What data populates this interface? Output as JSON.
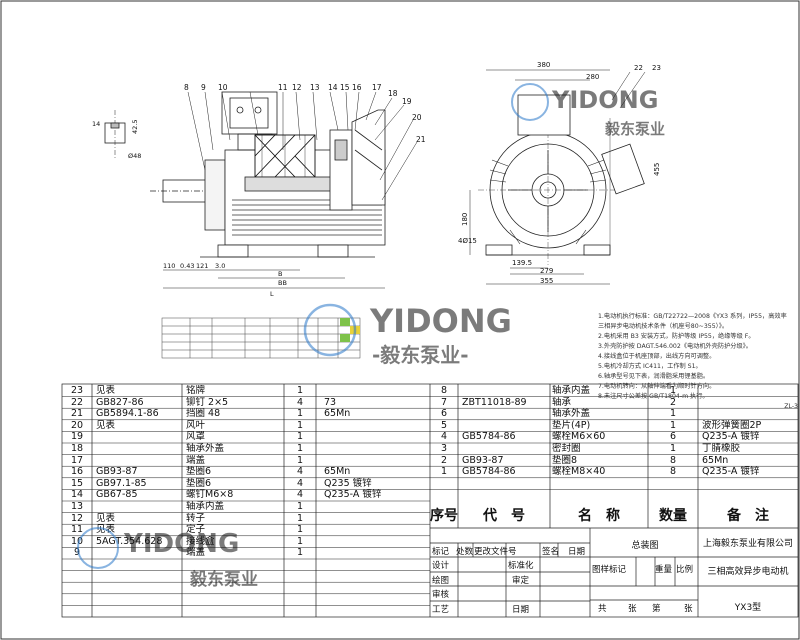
{
  "watermark": {
    "logo_main": "YIDONG",
    "logo_sub": "-毅东泵业-",
    "logo_sub_short": "毅东泵业"
  },
  "drawing": {
    "side_callouts": [
      "8",
      "9",
      "10",
      "11",
      "12",
      "13",
      "14",
      "15",
      "16",
      "17",
      "18",
      "19",
      "20",
      "21"
    ],
    "end_callouts": [
      "22",
      "23"
    ],
    "dim_top_380": "380",
    "dim_top_280": "280",
    "dim_455": "455",
    "dim_180": "180",
    "dim_1395": "139.5",
    "dim_279": "279",
    "dim_355": "355",
    "dim_4015": "4Ø15",
    "dim_14": "14",
    "dim_425": "42.5",
    "dim_48": "Ø48",
    "dim_bottom_chain": "110",
    "dim_bottom_chain2": "0.43",
    "dim_bottom_chain3": "121",
    "dim_bottom_chain4": "3.0",
    "dim_b": "B",
    "dim_bb": "BB",
    "dim_l": "L"
  },
  "notes": [
    "1.电动机执行标准：GB/T22722—2008《YX3 系列，IP55，高效率",
    "三相异步电动机技术条件（机座号80~355）》。",
    "2.电机采用 B3 安装方式，防护等级 IP55，绝缘等级 F。",
    "3.外壳防护按 DAGT.546.002《电动机外壳防护分级》。",
    "4.接线盒位于机座顶部，出线方向可调整。",
    "5.电机冷却方式 IC411，工作制 S1。",
    "6.轴承型号见下表，润滑脂采用锂基脂。",
    "7.电动机转向：从轴伸端看为顺时针方向。",
    "8.未注尺寸公差按 GB/T1804-m 执行。",
    "ZL-3"
  ],
  "parts_left": [
    {
      "no": "23",
      "code": "见表",
      "name": "铭牌",
      "qty": "1",
      "note": ""
    },
    {
      "no": "22",
      "code": "GB827-86",
      "name": "铆钉 2×5",
      "qty": "4",
      "note": "73"
    },
    {
      "no": "21",
      "code": "GB5894.1-86",
      "name": "挡圈 48",
      "qty": "1",
      "note": "65Mn"
    },
    {
      "no": "20",
      "code": "见表",
      "name": "风叶",
      "qty": "1",
      "note": ""
    },
    {
      "no": "19",
      "code": "",
      "name": "风罩",
      "qty": "1",
      "note": ""
    },
    {
      "no": "18",
      "code": "",
      "name": "轴承外盖",
      "qty": "1",
      "note": ""
    },
    {
      "no": "17",
      "code": "",
      "name": "端盖",
      "qty": "1",
      "note": ""
    },
    {
      "no": "16",
      "code": "GB93-87",
      "name": "垫圈6",
      "qty": "4",
      "note": "65Mn"
    },
    {
      "no": "15",
      "code": "GB97.1-85",
      "name": "垫圈6",
      "qty": "4",
      "note": "Q235  镀锌"
    },
    {
      "no": "14",
      "code": "GB67-85",
      "name": "螺钉M6×8",
      "qty": "4",
      "note": "Q235-A  镀锌"
    },
    {
      "no": "13",
      "code": "",
      "name": "轴承内盖",
      "qty": "1",
      "note": ""
    },
    {
      "no": "12",
      "code": "见表",
      "name": "转子",
      "qty": "1",
      "note": ""
    },
    {
      "no": "11",
      "code": "见表",
      "name": "定子",
      "qty": "1",
      "note": ""
    },
    {
      "no": "10",
      "code": "5AGT.354.628",
      "name": "接线盒",
      "qty": "1",
      "note": ""
    },
    {
      "no": "9",
      "code": "",
      "name": "端盖",
      "qty": "1",
      "note": ""
    }
  ],
  "parts_right": [
    {
      "no": "8",
      "code": "",
      "name": "轴承内盖",
      "qty": "1",
      "note": ""
    },
    {
      "no": "7",
      "code": "ZBT11018-89",
      "name": "轴承",
      "qty": "2",
      "note": ""
    },
    {
      "no": "6",
      "code": "",
      "name": "轴承外盖",
      "qty": "1",
      "note": ""
    },
    {
      "no": "5",
      "code": "",
      "name": "垫片(4P)",
      "qty": "1",
      "note": "波形弹簧圈2P"
    },
    {
      "no": "4",
      "code": "GB5784-86",
      "name": "螺栓M6×60",
      "qty": "6",
      "note": "Q235-A  镀锌"
    },
    {
      "no": "3",
      "code": "",
      "name": "密封圈",
      "qty": "1",
      "note": "丁腈橡胶"
    },
    {
      "no": "2",
      "code": "GB93-87",
      "name": "垫圈8",
      "qty": "8",
      "note": "65Mn"
    },
    {
      "no": "1",
      "code": "GB5784-86",
      "name": "螺栓M8×40",
      "qty": "8",
      "note": "Q235-A  镀锌"
    }
  ],
  "parts_header": {
    "no": "序号",
    "code": "代　号",
    "name": "名　称",
    "qty": "数量",
    "note": "备　注"
  },
  "title_block": {
    "assembly": "总装图",
    "company": "上海毅东泵业有限公司",
    "product_name": "三相高效异步电动机",
    "model": "YX3型",
    "row_labels": [
      "标记",
      "处数",
      "更改文件号",
      "签名",
      "日期"
    ],
    "design": "设计",
    "standard": "标准化",
    "drawing": "绘图",
    "check": "审定",
    "review": "审核",
    "process": "工艺",
    "date": "日期",
    "stage": "图样标记",
    "weight": "重量",
    "scale": "比例",
    "total": "共",
    "sheet": "张",
    "no": "第",
    "sheet2": "张"
  }
}
